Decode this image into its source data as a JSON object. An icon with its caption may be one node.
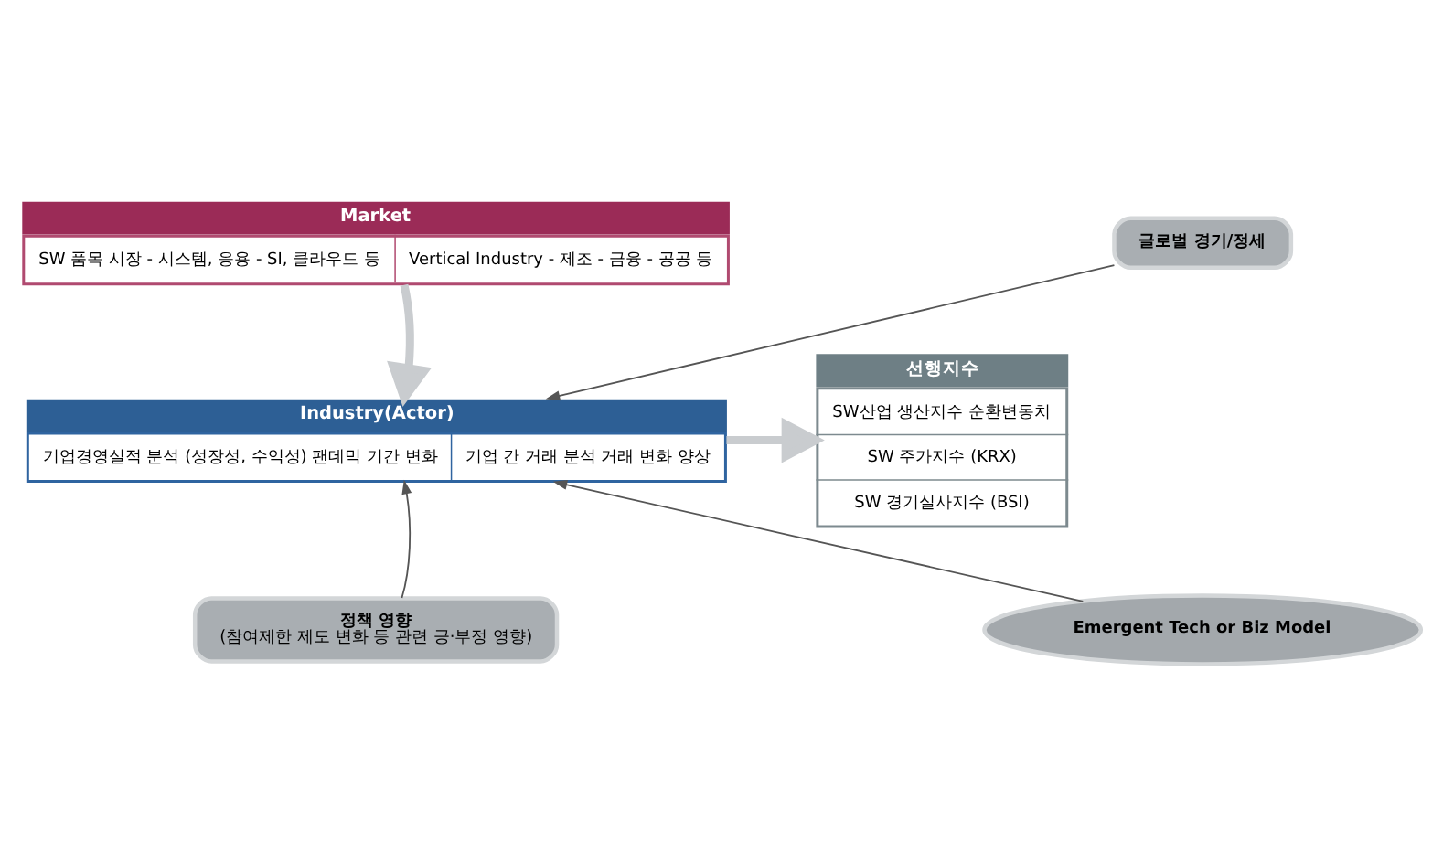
{
  "diagram": {
    "nodes": [
      {
        "text": [
          "Market",
          "SW 품목 시장 - 시스템, 응용 - SI, 클라우드 등",
          "Vertical Industry - 제조 - 금융 - 공공 등"
        ]
      },
      {
        "text": [
          "글로벌 경기/정세"
        ]
      },
      {
        "text": [
          "Industry(Actor)",
          "기업경영실적 분석 (성장성, 수익성) 팬데믹 기간 변화",
          "기업 간 거래 분석 거래 변화 양상"
        ]
      },
      {
        "text": [
          "Emergent Tech or Biz Model"
        ]
      },
      {
        "text": [
          "정책 영향",
          "(참여제한 제도 변화 등 관련 긍·부정 영향)"
        ]
      },
      {
        "text": [
          "선행지수",
          "SW산업 생산지수 순환변동치",
          "SW 주가지수 (KRX)",
          "SW 경기실사지수 (BSI)"
        ]
      }
    ],
    "edges": [
      {
        "from": 0,
        "to": 2,
        "arrow": "to",
        "style": "thick",
        "color": "#c9cccf"
      },
      {
        "from": 1,
        "to": 2,
        "arrow": "to"
      },
      {
        "from": 3,
        "to": 2,
        "arrow": "to"
      },
      {
        "from": 4,
        "to": 2,
        "arrow": "to"
      },
      {
        "from": 2,
        "to": 5,
        "arrow": "to",
        "style": "thick",
        "color": "#c9cccf"
      }
    ]
  }
}
